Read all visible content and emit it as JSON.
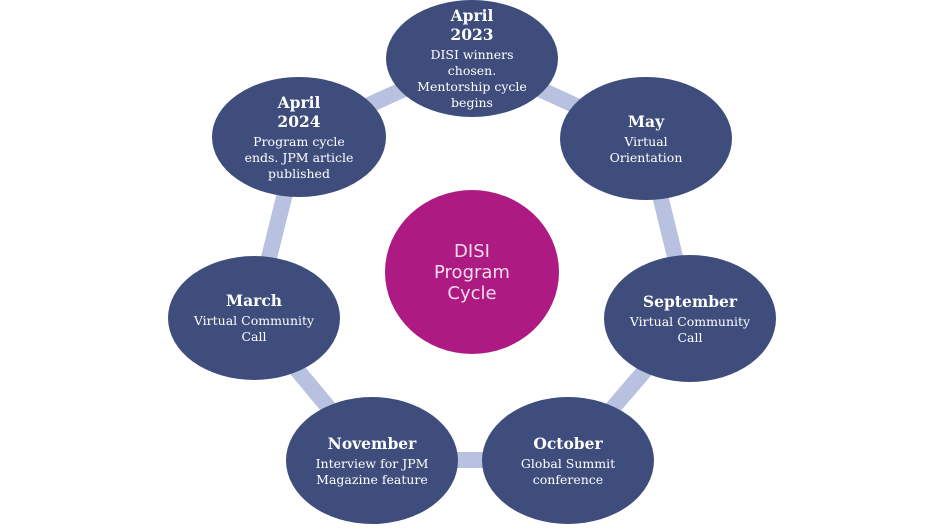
{
  "center": {
    "label": "DISI\nProgram\nCycle"
  },
  "nodes": [
    {
      "id": "april-2023",
      "title": "April\n2023",
      "desc": "DISI winners\nchosen.\nMentorship cycle\nbegins"
    },
    {
      "id": "may",
      "title": "May",
      "desc": "Virtual\nOrientation"
    },
    {
      "id": "september",
      "title": "September",
      "desc": "Virtual Community\nCall"
    },
    {
      "id": "october",
      "title": "October",
      "desc": "Global Summit\nconference"
    },
    {
      "id": "november",
      "title": "November",
      "desc": "Interview for JPM\nMagazine feature"
    },
    {
      "id": "march",
      "title": "March",
      "desc": "Virtual Community\nCall"
    },
    {
      "id": "april-2024",
      "title": "April\n2024",
      "desc": "Program cycle\nends. JPM article\npublished"
    }
  ],
  "colors": {
    "node": "#3f4d7d",
    "center": "#ad1a81",
    "connector": "#b8c1e0"
  }
}
